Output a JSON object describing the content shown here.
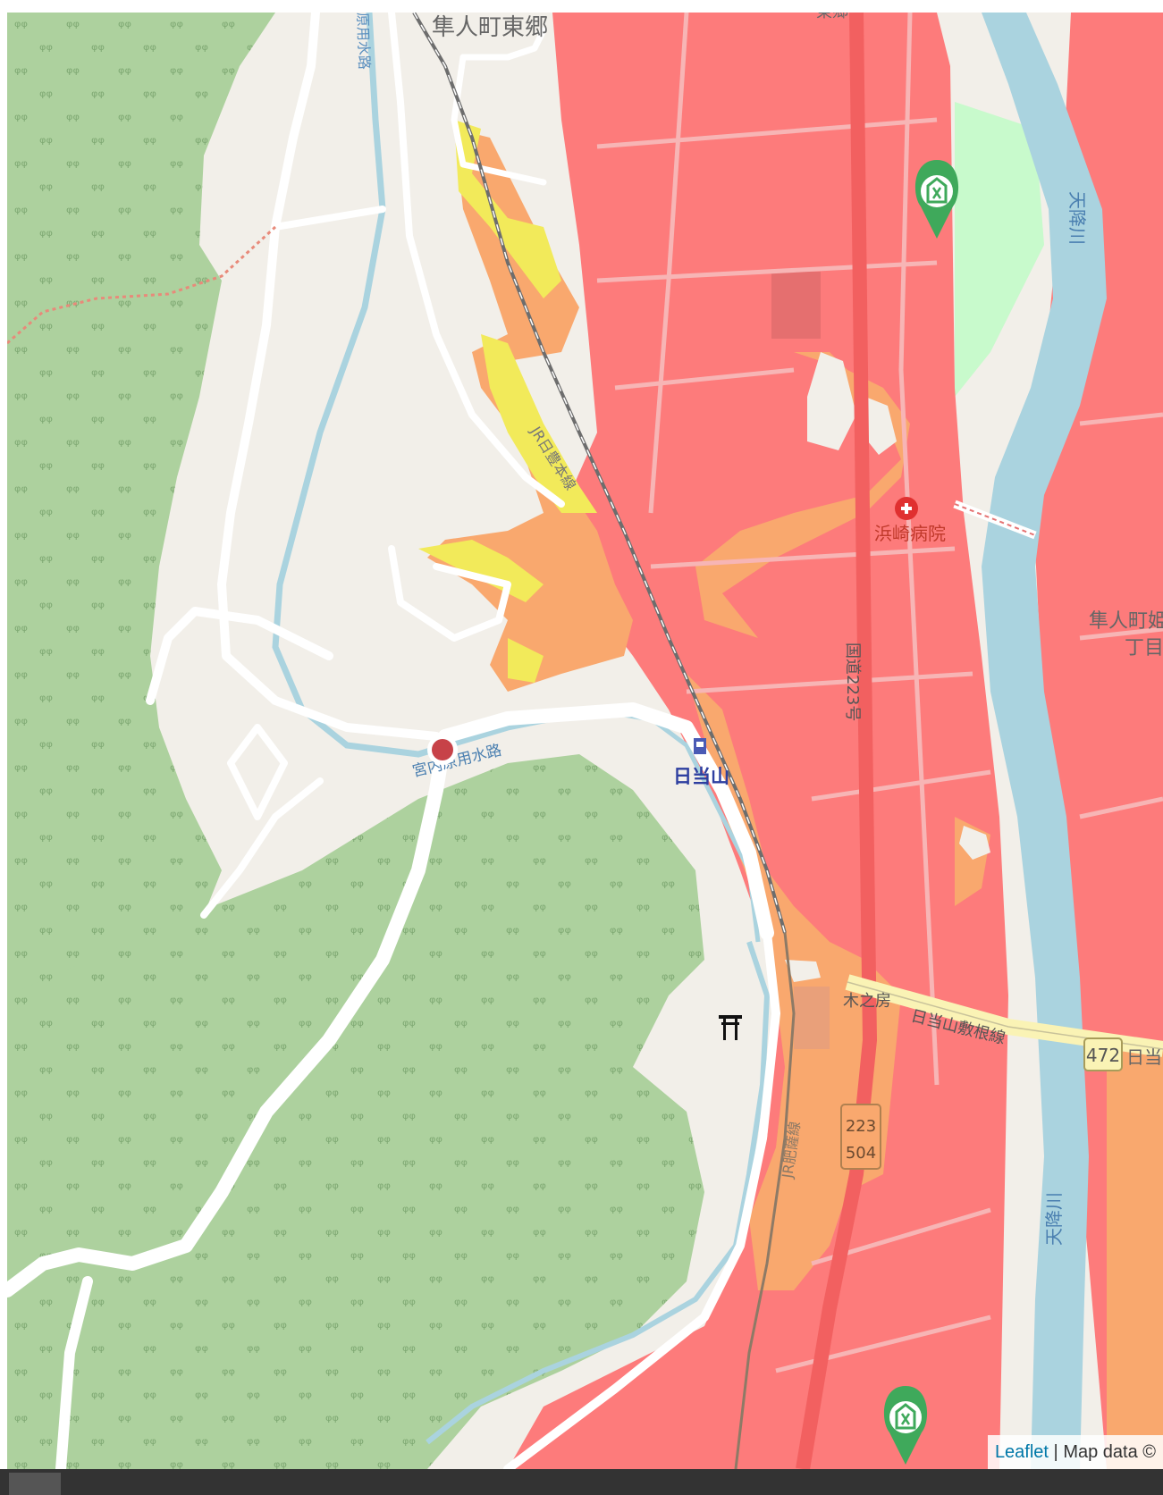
{
  "map": {
    "labels": {
      "district_top": "隼人町東郷",
      "canal_top": "原用水路",
      "canal_middle": "宮内原用水路",
      "rail_upper": "JR日豊本線",
      "hospital": "浜崎病院",
      "station": "日当山",
      "route_223": "国道223号",
      "district_right_1": "隼人町姫",
      "district_right_2": "丁目",
      "river_upper": "天降川",
      "river_lower": "天降川",
      "place_kinobo": "木之房",
      "road_line": "日当山敷根線",
      "road_shield_472": "472",
      "road_472_suffix": "日当",
      "shield_223_top": "223",
      "shield_223_bottom": "504",
      "rail_lower": "JR肥薩線",
      "top_fragment": "東郷"
    },
    "colors": {
      "forest": "#add19e",
      "land": "#f2efe9",
      "water": "#aad3df",
      "park": "#c8facc",
      "hazard_high": "#fd7b7b",
      "hazard_mid": "#f9a86e",
      "hazard_low": "#f2ea5a",
      "shelter_marker": "#3fa95b",
      "point_marker": "#c74248"
    },
    "icons": [
      "shelter-marker-icon",
      "red-point-marker-icon",
      "hospital-icon",
      "shrine-icon",
      "station-icon"
    ]
  },
  "attribution": {
    "leaflet": "Leaflet",
    "separator": " | ",
    "text": "Map data ©"
  }
}
